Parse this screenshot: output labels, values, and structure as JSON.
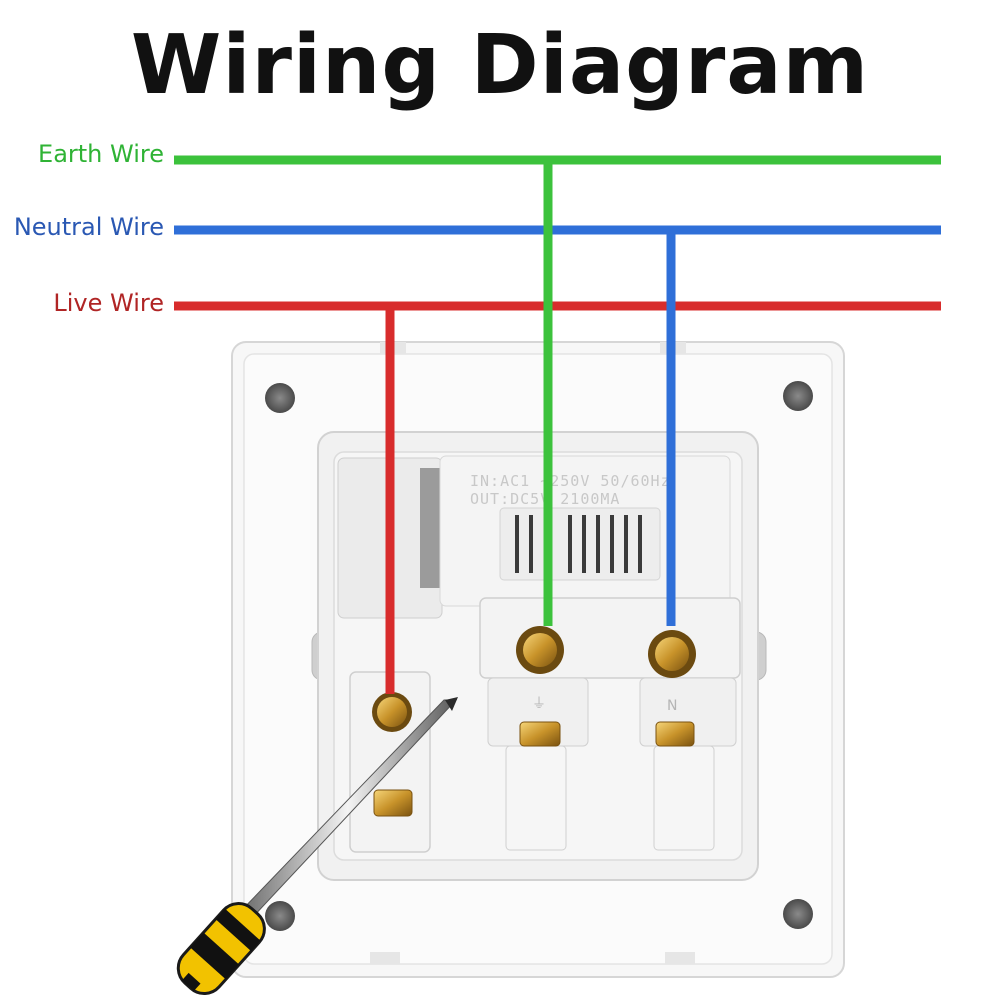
{
  "title": "Wiring Diagram",
  "wires": [
    {
      "label": "Earth Wire",
      "color": "#3cc23c",
      "icon": "earth-wire-line"
    },
    {
      "label": "Neutral Wire",
      "color": "#2f6fd8",
      "icon": "neutral-wire-line"
    },
    {
      "label": "Live Wire",
      "color": "#d82c2c",
      "icon": "live-wire-line"
    }
  ],
  "label_colors": {
    "earth": "#2fb335",
    "neutral": "#2a58b3",
    "live": "#b02525"
  },
  "socket": {
    "imprint_line1": "IN:AC1  ~250V 50/60Hz",
    "imprint_line2": "OUT:DC5V 2100MA",
    "terminal_marks": [
      "⏚",
      "N"
    ]
  },
  "tool": {
    "icon": "screwdriver-icon",
    "handle_colors": [
      "#f2c200",
      "#111111"
    ]
  }
}
